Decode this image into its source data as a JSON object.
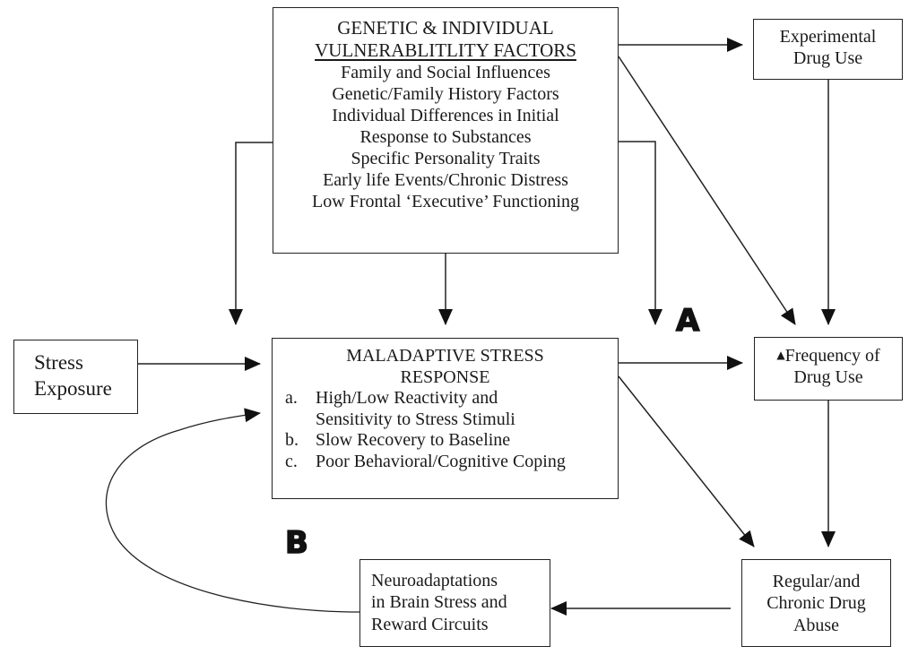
{
  "diagram": {
    "type": "flowchart",
    "nodes": {
      "vulnerability": {
        "heading_line1": "GENETIC & INDIVIDUAL",
        "heading_line2": "VULNERABLITLITY FACTORS",
        "items": [
          "Family and Social Influences",
          "Genetic/Family History Factors",
          "Individual Differences in Initial",
          "Response to Substances",
          "Specific Personality Traits",
          "Early life Events/Chronic Distress",
          "Low Frontal ‘Executive’ Functioning"
        ]
      },
      "experimental": {
        "line1": "Experimental",
        "line2": "Drug Use"
      },
      "stress_exposure": {
        "line1": "Stress",
        "line2": "Exposure"
      },
      "maladaptive": {
        "heading_line1": "MALADAPTIVE STRESS",
        "heading_line2": "RESPONSE",
        "items": [
          {
            "marker": "a.",
            "lines": [
              "High/Low Reactivity and",
              "Sensitivity to Stress Stimuli"
            ]
          },
          {
            "marker": "b.",
            "lines": [
              "Slow Recovery to Baseline"
            ]
          },
          {
            "marker": "c.",
            "lines": [
              "Poor Behavioral/Cognitive Coping"
            ]
          }
        ]
      },
      "frequency": {
        "icon": "up-arrow-icon",
        "line1": "Frequency of",
        "line2": "Drug Use"
      },
      "neuroadaptations": {
        "line1": "Neuroadaptations",
        "line2": "in Brain Stress and",
        "line3": "Reward Circuits"
      },
      "regular": {
        "line1": "Regular/and",
        "line2": "Chronic Drug",
        "line3": "Abuse"
      }
    },
    "labels": {
      "a": "A",
      "b": "B"
    },
    "edges": [
      {
        "from": "vulnerability",
        "to": "experimental"
      },
      {
        "from": "vulnerability",
        "to": "frequency"
      },
      {
        "from": "vulnerability",
        "to": "maladaptive",
        "count": 3
      },
      {
        "from": "experimental",
        "to": "frequency"
      },
      {
        "from": "stress_exposure",
        "to": "maladaptive"
      },
      {
        "from": "maladaptive",
        "to": "frequency"
      },
      {
        "from": "maladaptive",
        "to": "regular"
      },
      {
        "from": "frequency",
        "to": "regular"
      },
      {
        "from": "regular",
        "to": "neuroadaptations"
      },
      {
        "from": "neuroadaptations",
        "to": "maladaptive",
        "style": "curved"
      }
    ]
  }
}
